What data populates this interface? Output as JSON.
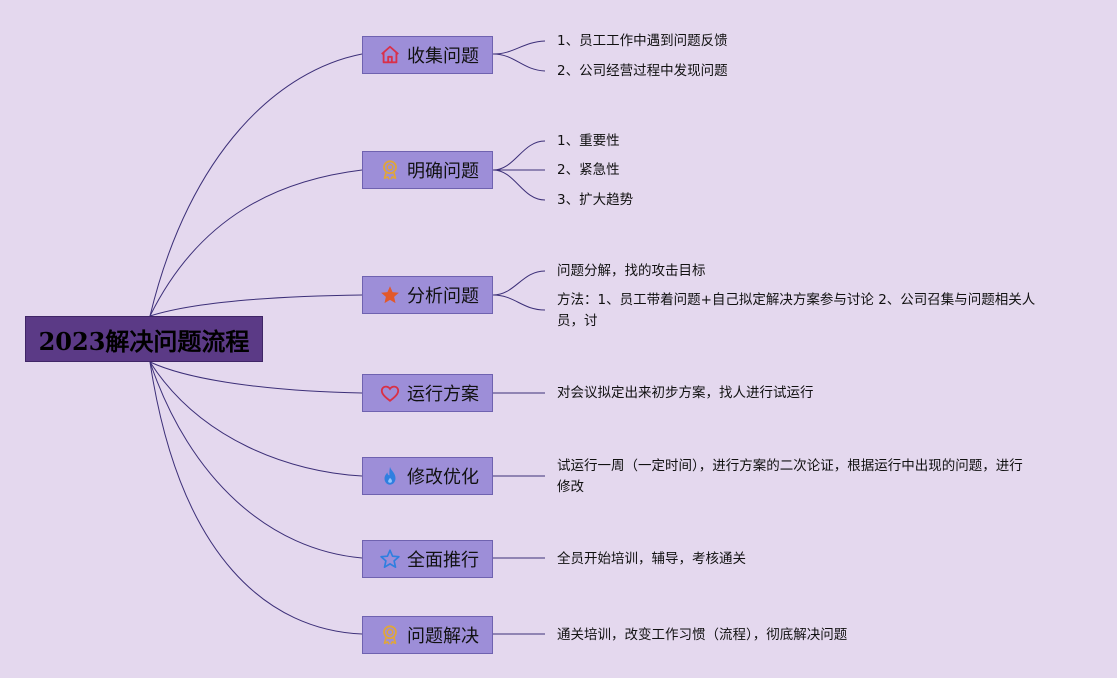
{
  "root": {
    "title": "2023解决问题流程"
  },
  "branches": [
    {
      "label": "收集问题",
      "icon": "house-icon",
      "items": [
        "1、员工工作中遇到问题反馈",
        "2、公司经营过程中发现问题"
      ]
    },
    {
      "label": "明确问题",
      "icon": "medal-icon",
      "items": [
        "1、重要性",
        "2、紧急性",
        "3、扩大趋势"
      ]
    },
    {
      "label": "分析问题",
      "icon": "star-filled-icon",
      "items": [
        "问题分解，找的攻击目标",
        "方法：1、员工带着问题+自己拟定解决方案参与讨论 2、公司召集与问题相关人",
        "员，讨"
      ]
    },
    {
      "label": "运行方案",
      "icon": "heart-icon",
      "items": [
        "对会议拟定出来初步方案，找人进行试运行"
      ]
    },
    {
      "label": "修改优化",
      "icon": "flame-icon",
      "items": [
        "试运行一周（一定时间），进行方案的二次论证，根据运行中出现的问题，进行",
        "修改"
      ]
    },
    {
      "label": "全面推行",
      "icon": "star-outline-icon",
      "items": [
        "全员开始培训，辅导，考核通关"
      ]
    },
    {
      "label": "问题解决",
      "icon": "medal-icon",
      "items": [
        "通关培训，改变工作习惯（流程），彻底解决问题"
      ]
    }
  ],
  "colors": {
    "background": "#e4d8ee",
    "root": "#5b3a86",
    "branch": "#9d8ed8",
    "line": "#3c2f78"
  }
}
